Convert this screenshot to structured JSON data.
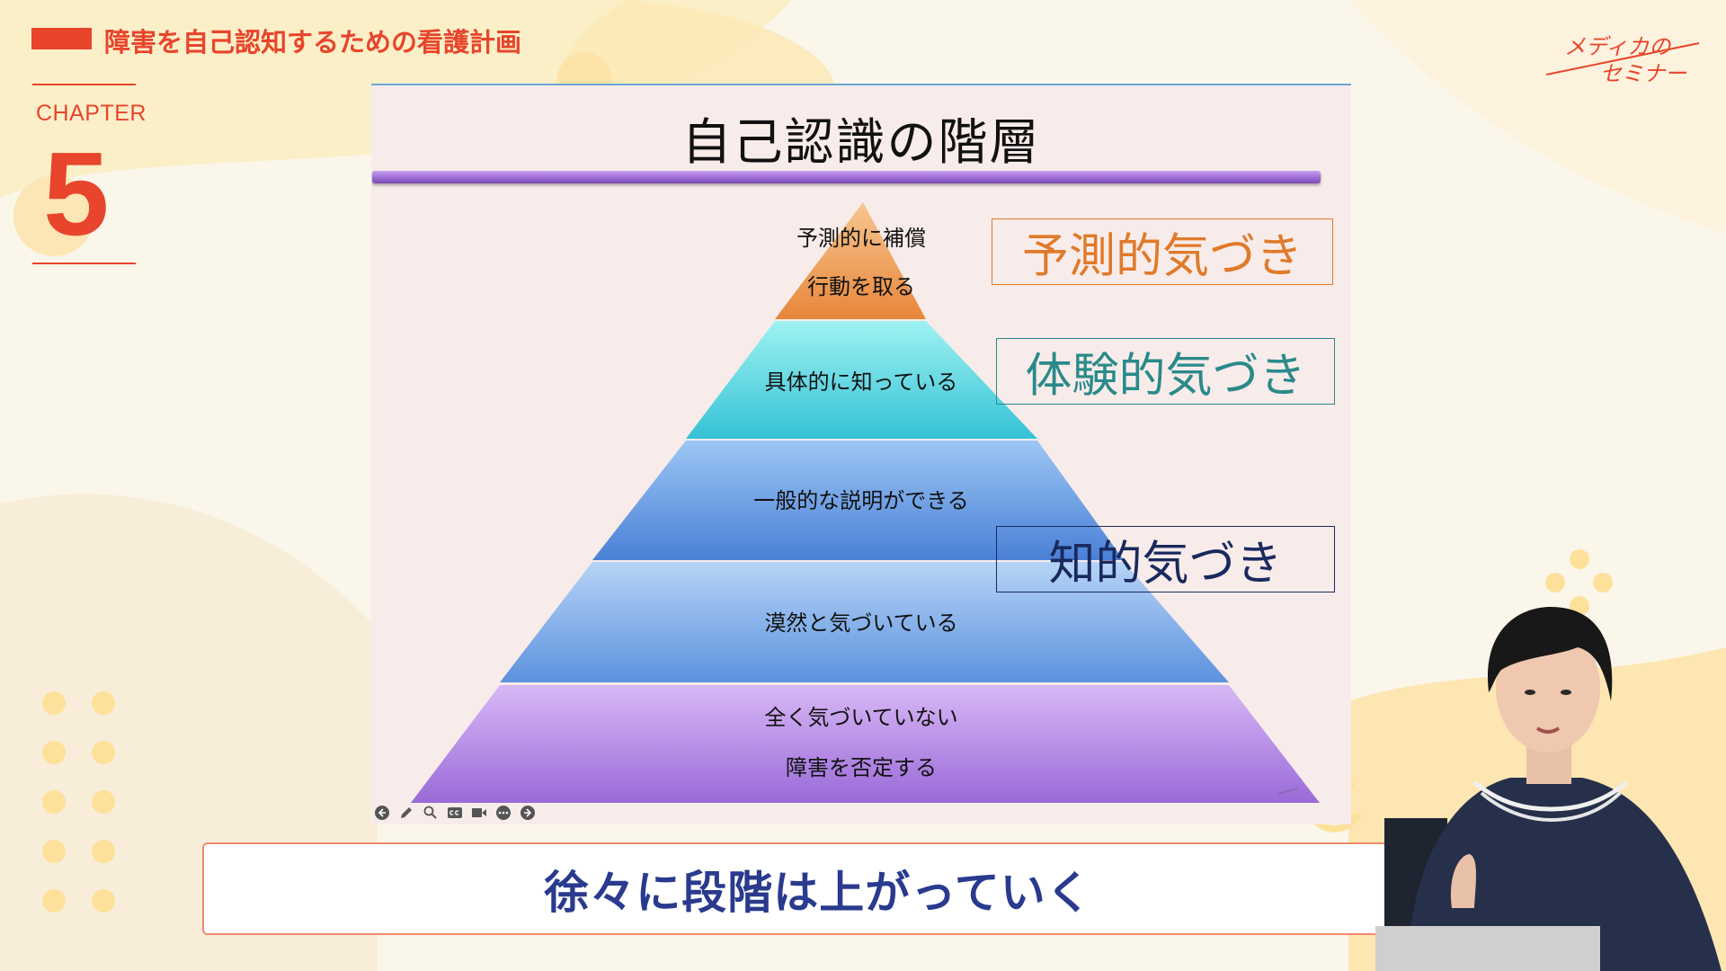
{
  "header": {
    "title": "障害を自己認知するための看護計画"
  },
  "chapter": {
    "label": "CHAPTER",
    "number": "5"
  },
  "logo": {
    "text_line1": "メディカの",
    "text_line2": "セミナー"
  },
  "slide": {
    "title": "自己認識の階層",
    "pyramid_levels": [
      {
        "lines": [
          "予測的に補償",
          "行動を取る"
        ],
        "color": "#f0a050"
      },
      {
        "lines": [
          "具体的に知っている"
        ],
        "color": "#4ed6e0"
      },
      {
        "lines": [
          "一般的な説明ができる"
        ],
        "color": "#5f96e0"
      },
      {
        "lines": [
          "漠然と気づいている"
        ],
        "color": "#6ea2ea"
      },
      {
        "lines": [
          "全く気づいていない",
          "障害を否定する"
        ],
        "color": "#b58cea"
      }
    ],
    "awareness_boxes": [
      {
        "label": "予測的気づき",
        "text_color": "#e07a2a",
        "border_color": "#e07a2a"
      },
      {
        "label": "体験的気づき",
        "text_color": "#2a8a8a",
        "border_color": "#2a8a8a"
      },
      {
        "label": "知的気づき",
        "text_color": "#1a2a5e",
        "border_color": "#1a2a5e"
      }
    ]
  },
  "player_toolbar": {
    "icons": [
      "back-icon",
      "pen-icon",
      "zoom-icon",
      "captions-icon",
      "video-icon",
      "more-icon",
      "forward-icon"
    ]
  },
  "subtitle": {
    "text": "徐々に段階は上がっていく"
  },
  "colors": {
    "accent": "#e8452c",
    "subtitle_text": "#2a3a8e",
    "background": "#fbf6ea"
  }
}
